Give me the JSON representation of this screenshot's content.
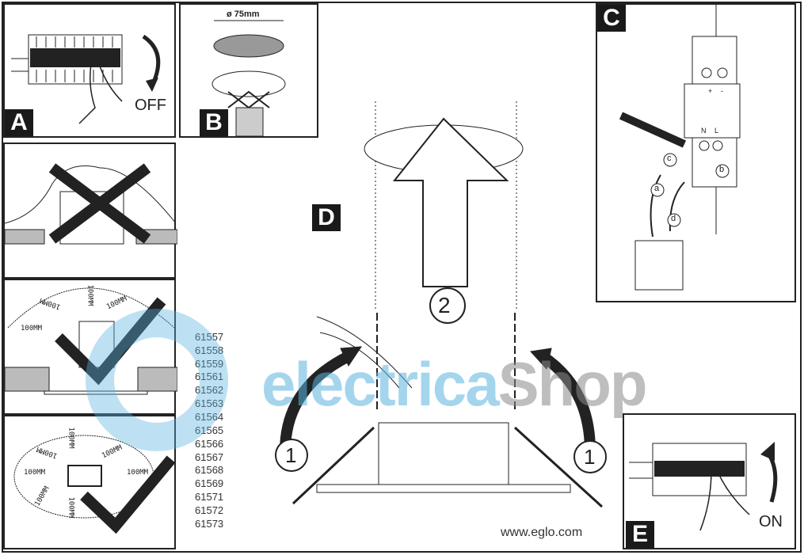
{
  "panels": {
    "A": {
      "label": "A",
      "text": "OFF"
    },
    "B": {
      "label": "B",
      "dimension": "ø 75mm"
    },
    "C": {
      "label": "C",
      "terminals_top": [
        "+",
        "-"
      ],
      "terminals_bottom": [
        "N",
        "L"
      ],
      "steps": [
        "a",
        "b",
        "c",
        "d"
      ]
    },
    "D": {
      "label": "D",
      "steps": [
        "1",
        "2",
        "1"
      ]
    },
    "E": {
      "label": "E",
      "text": "ON"
    }
  },
  "clearance": {
    "label": "100MM"
  },
  "model_numbers": [
    "61557",
    "61558",
    "61559",
    "61561",
    "61562",
    "61563",
    "61564",
    "61565",
    "61566",
    "61567",
    "61568",
    "61569",
    "61571",
    "61572",
    "61573"
  ],
  "website": "www.eglo.com",
  "watermark": {
    "part1": "electrica",
    "part2": "Shop",
    "color1": "#5ab4e0",
    "color2": "#9a9a9a"
  }
}
